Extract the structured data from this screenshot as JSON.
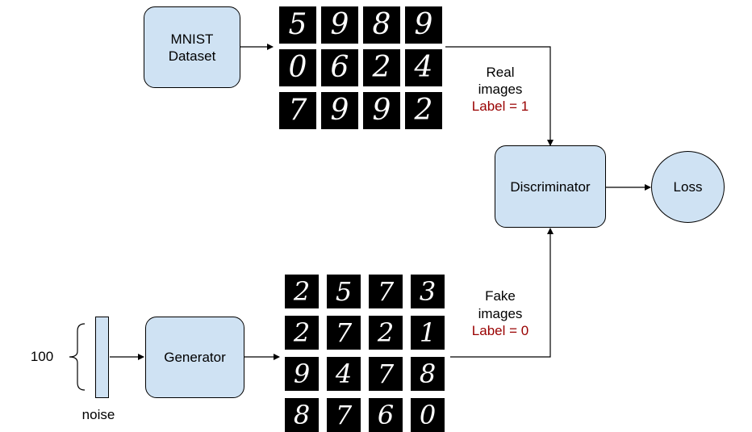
{
  "nodes": {
    "mnist": "MNIST\nDataset",
    "discriminator": "Discriminator",
    "loss": "Loss",
    "generator": "Generator"
  },
  "labels": {
    "real_caption_1": "Real",
    "real_caption_2": "images",
    "real_label": "Label = 1",
    "fake_caption_1": "Fake",
    "fake_caption_2": "images",
    "fake_label": "Label = 0",
    "noise_dim": "100",
    "noise": "noise"
  },
  "real_digits": [
    "5",
    "9",
    "8",
    "9",
    "0",
    "6",
    "2",
    "4",
    "7",
    "9",
    "9",
    "2"
  ],
  "fake_digits": [
    "2",
    "5",
    "7",
    "3",
    "2",
    "7",
    "2",
    "1",
    "9",
    "4",
    "7",
    "8",
    "8",
    "7",
    "6",
    "0"
  ],
  "colors": {
    "node_fill": "#cfe2f3",
    "label_red": "#990000",
    "stroke": "#000000"
  }
}
